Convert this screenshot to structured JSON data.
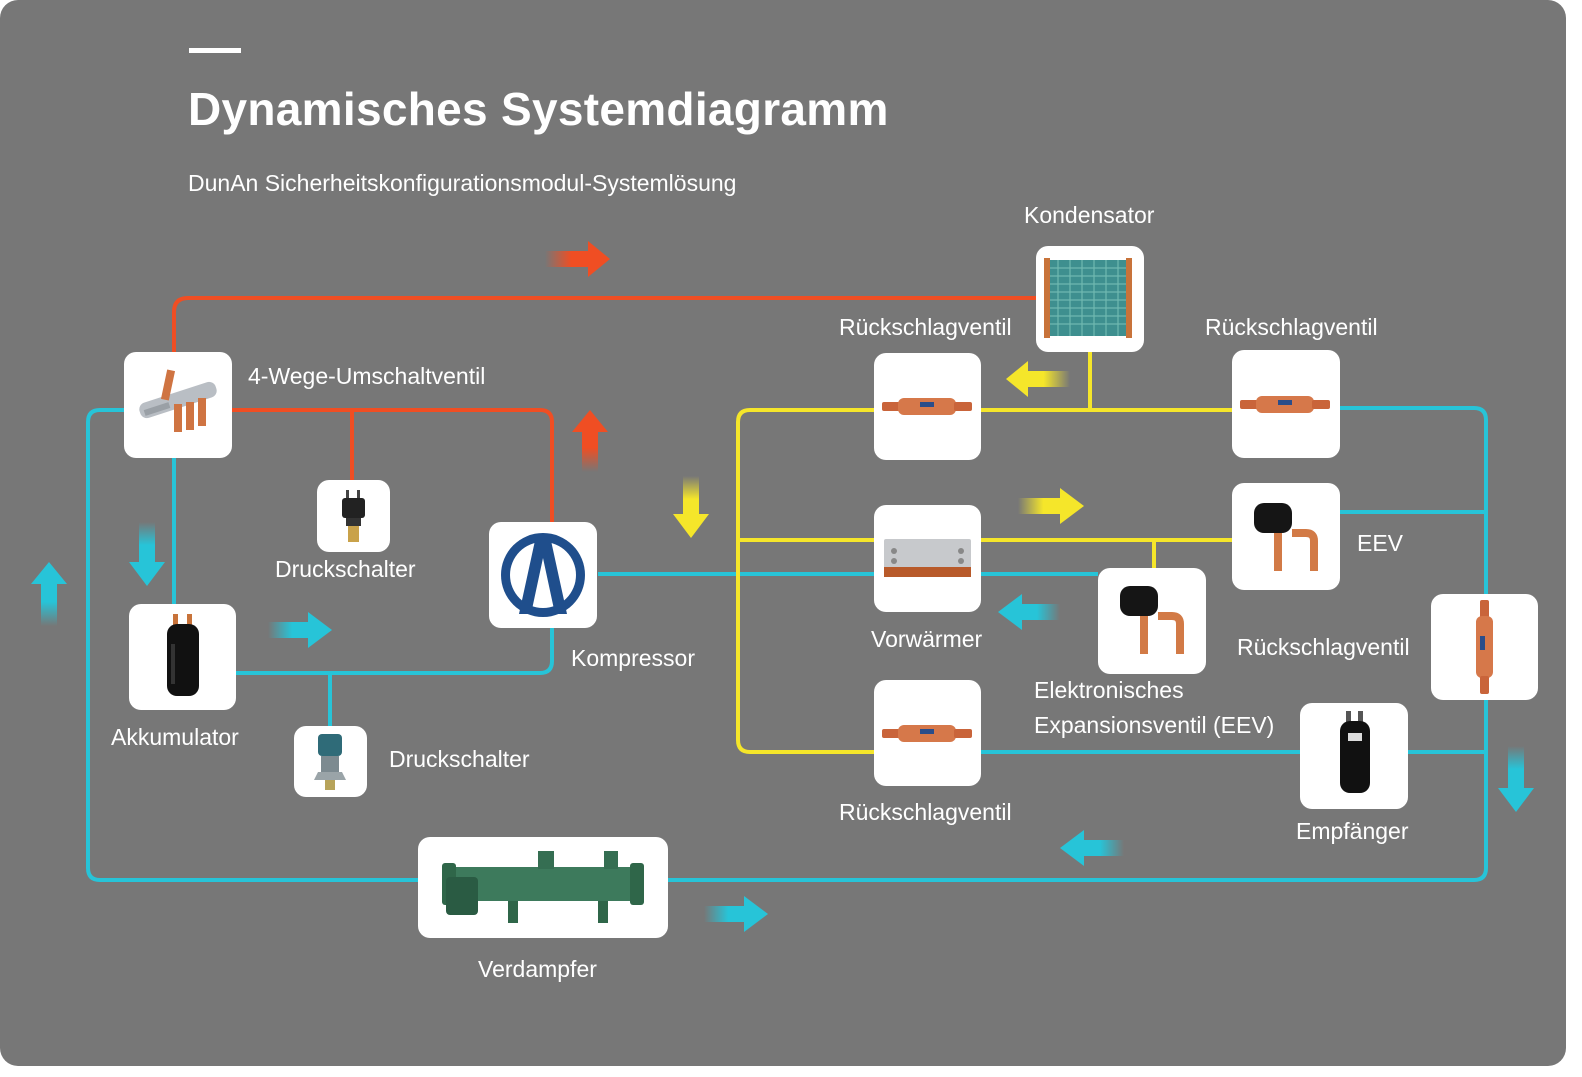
{
  "title": "Dynamisches Systemdiagramm",
  "subtitle": "DunAn Sicherheitskonfigurationsmodul-Systemlösung",
  "colors": {
    "background": "#777777",
    "discharge_line": "#f04e23",
    "liquid_line": "#f5e62a",
    "suction_line": "#27c4d8",
    "card": "#ffffff",
    "logo_blue": "#1f4e8c"
  },
  "components": {
    "kondensator": "Kondensator",
    "check_valve_top_left": "Rückschlagventil",
    "check_valve_top_right": "Rückschlagventil",
    "four_way_valve": "4-Wege-Umschaltventil",
    "pressure_switch_upper": "Druckschalter",
    "compressor": "Kompressor",
    "accumulator": "Akkumulator",
    "pressure_switch_lower": "Druckschalter",
    "preheater": "Vorwärmer",
    "eev_right": "EEV",
    "eev_center_line1": "Elektronisches",
    "eev_center_line2": "Expansionsventil (EEV)",
    "check_valve_vertical": "Rückschlagventil",
    "check_valve_bottom": "Rückschlagventil",
    "receiver": "Empfänger",
    "evaporator": "Verdampfer"
  },
  "icons": {
    "kondensator": "condenser-coil-icon",
    "check_valve": "copper-check-valve-icon",
    "four_way_valve": "four-way-valve-icon",
    "pressure_switch": "pressure-switch-icon",
    "compressor": "dunan-logo-icon",
    "accumulator": "accumulator-icon",
    "preheater": "plate-heat-exchanger-icon",
    "eev": "electronic-expansion-valve-icon",
    "receiver": "receiver-icon",
    "evaporator": "shell-tube-evaporator-icon"
  }
}
